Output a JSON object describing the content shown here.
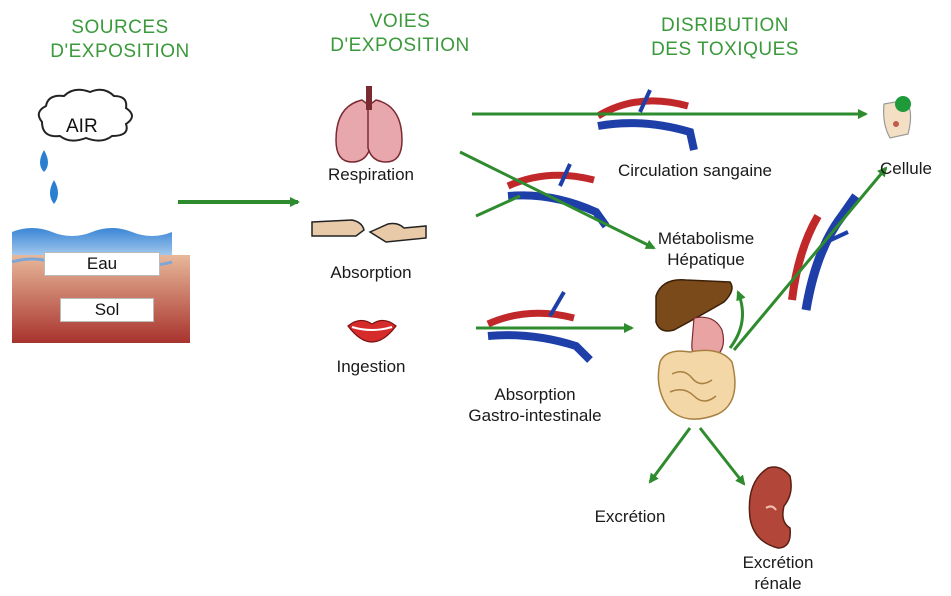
{
  "headers": {
    "sources": [
      "SOURCES",
      "D'EXPOSITION"
    ],
    "voies": [
      "VOIES",
      "D'EXPOSITION"
    ],
    "distribution": [
      "DISRIBUTION",
      "DES TOXIQUES"
    ]
  },
  "sources": {
    "air": "AIR",
    "eau": "Eau",
    "sol": "Sol"
  },
  "voies": {
    "respiration": "Respiration",
    "absorption": "Absorption",
    "ingestion": "Ingestion"
  },
  "distribution": {
    "circulation": "Circulation sangaine",
    "cellule": "Cellule",
    "metabolisme": [
      "Métabolisme",
      "Hépatique"
    ],
    "absorption_gi": [
      "Absorption",
      "Gastro-intestinale"
    ],
    "excretion": "Excrétion",
    "excretion_renale": [
      "Excrétion",
      "rénale"
    ]
  },
  "colors": {
    "header_green": "#3b9a3b",
    "arrow_green": "#2e8b2e",
    "vein_blue": "#1f3fa8",
    "artery_red": "#c0282a",
    "water_blue": "#2a7fd0",
    "soil_top": "#d9a48a",
    "soil_bottom": "#a8332e"
  }
}
